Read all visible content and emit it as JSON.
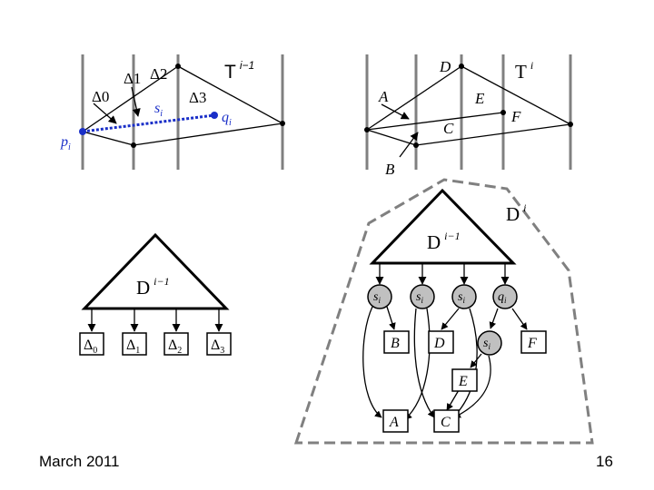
{
  "footer": {
    "date": "March 2011",
    "page": "16"
  },
  "left_trapezoidation": {
    "title_base": "T",
    "title_sup": "i−1",
    "region_labels": [
      "Δ0",
      "Δ1",
      "Δ2",
      "Δ3"
    ],
    "point_p": "p",
    "point_p_sub": "i",
    "point_s": "s",
    "point_s_sub": "i",
    "point_q": "q",
    "point_q_sub": "i"
  },
  "right_trapezoidation": {
    "title_base": "T",
    "title_sup": "i",
    "region_labels": [
      "A",
      "B",
      "C",
      "D",
      "E",
      "F"
    ]
  },
  "left_dag": {
    "label_base": "D",
    "label_sup": "i−1",
    "leaves": [
      {
        "base": "Δ",
        "sub": "0"
      },
      {
        "base": "Δ",
        "sub": "1"
      },
      {
        "base": "Δ",
        "sub": "2"
      },
      {
        "base": "Δ",
        "sub": "3"
      }
    ]
  },
  "right_dag": {
    "outer_label_base": "D",
    "outer_label_sup": "i",
    "inner_label_base": "D",
    "inner_label_sup": "i−1",
    "circle_nodes": [
      {
        "base": "s",
        "sub": "i"
      },
      {
        "base": "s",
        "sub": "i"
      },
      {
        "base": "s",
        "sub": "i"
      },
      {
        "base": "q",
        "sub": "i"
      },
      {
        "base": "s",
        "sub": "i"
      }
    ],
    "leaf_boxes": [
      "B",
      "D",
      "F",
      "E",
      "A",
      "C"
    ]
  },
  "colors": {
    "line": "#000000",
    "guide": "#808080",
    "blue": "#1a2fc8",
    "node_fill": "#c0c0c0",
    "dash": "#808080"
  }
}
